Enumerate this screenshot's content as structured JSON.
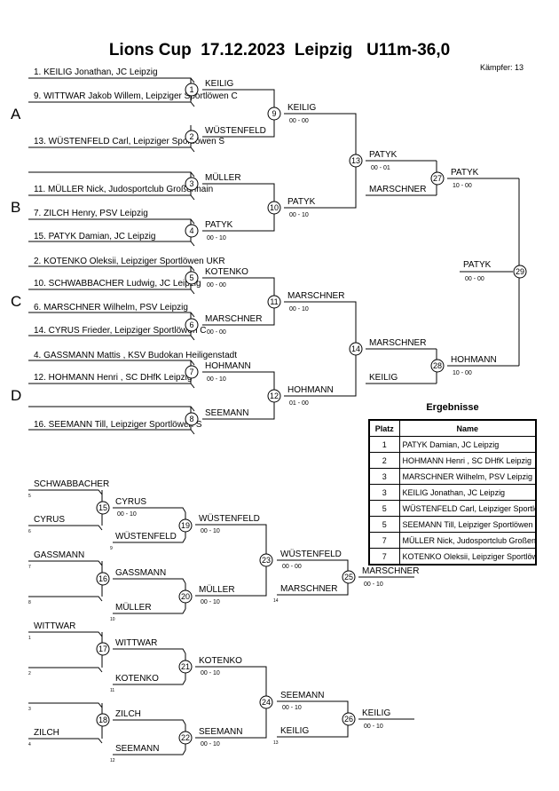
{
  "header": {
    "title": "Lions Cup  17.12.2023  Leipzig   U11m-36,0",
    "fighters_count": "Kämpfer: 13"
  },
  "pools": [
    "A",
    "B",
    "C",
    "D"
  ],
  "entries": [
    "1. KEILIG Jonathan, JC Leipzig",
    "9. WITTWAR Jakob Willem, Leipziger Sportlöwen C",
    "13. WÜSTENFELD  Carl, Leipziger Sportlöwen S",
    "11. MÜLLER Nick, Judosportclub Großenhain",
    "7. ZILCH Henry, PSV Leipzig",
    "15. PATYK Damian, JC Leipzig",
    "2. KOTENKO Oleksii, Leipziger Sportlöwen UKR",
    "10. SCHWABBACHER Ludwig, JC Leipzig",
    "6. MARSCHNER Wilhelm, PSV Leipzig",
    "14. CYRUS Frieder, Leipziger Sportlöwen C",
    "4. GASSMANN Mattis , KSV Budokan Heiligenstadt",
    "12. HOHMANN Henri , SC DHfK Leipzig",
    "16. SEEMANN Till, Leipziger Sportlöwen S"
  ],
  "winners": [
    {
      "label": "KEILIG",
      "score": ""
    },
    {
      "label": "WÜSTENFELD",
      "score": ""
    },
    {
      "label": "MÜLLER",
      "score": ""
    },
    {
      "label": "PATYK",
      "score": "00 - 10"
    },
    {
      "label": "KOTENKO",
      "score": "00 - 00"
    },
    {
      "label": "MARSCHNER",
      "score": "00 - 00"
    },
    {
      "label": "HOHMANN",
      "score": "00 - 10"
    },
    {
      "label": "SEEMANN",
      "score": ""
    },
    {
      "label": "KEILIG",
      "score": "00 - 00"
    },
    {
      "label": "PATYK",
      "score": "00 - 10"
    },
    {
      "label": "MARSCHNER",
      "score": "00 - 10"
    },
    {
      "label": "HOHMANN",
      "score": "01 - 00"
    },
    {
      "label": "PATYK",
      "score": "00 - 01"
    },
    {
      "label": "MARSCHNER",
      "score": ""
    },
    {
      "label": "HOHMANN",
      "score": "00 - 00"
    },
    {
      "label": "KEILIG",
      "score": ""
    },
    {
      "label": "PATYK",
      "score": "10 - 00"
    },
    {
      "label": "HOHMANN",
      "score": "10 - 00"
    },
    {
      "label": "PATYK",
      "score": "00 - 00"
    }
  ],
  "node_numbers": [
    "1",
    "2",
    "3",
    "4",
    "5",
    "6",
    "7",
    "8",
    "9",
    "10",
    "11",
    "12",
    "13",
    "14",
    "27",
    "28",
    "29",
    "15",
    "16",
    "17",
    "18",
    "19",
    "20",
    "21",
    "22",
    "23",
    "24",
    "25",
    "26"
  ],
  "repechage": [
    {
      "label": "SCHWABBACHER",
      "score": ""
    },
    {
      "label": "CYRUS",
      "score": ""
    },
    {
      "label": "GASSMANN",
      "score": ""
    },
    {
      "label": "",
      "score": ""
    },
    {
      "label": "WITTWAR",
      "score": ""
    },
    {
      "label": "",
      "score": ""
    },
    {
      "label": "",
      "score": ""
    },
    {
      "label": "ZILCH",
      "score": ""
    },
    {
      "label": "CYRUS",
      "score": "00 - 10"
    },
    {
      "label": "WÜSTENFELD",
      "score": ""
    },
    {
      "label": "GASSMANN",
      "score": ""
    },
    {
      "label": "MÜLLER",
      "score": ""
    },
    {
      "label": "WITTWAR",
      "score": ""
    },
    {
      "label": "KOTENKO",
      "score": ""
    },
    {
      "label": "ZILCH",
      "score": ""
    },
    {
      "label": "SEEMANN",
      "score": ""
    },
    {
      "label": "WÜSTENFELD",
      "score": "00 - 10"
    },
    {
      "label": "MÜLLER",
      "score": "00 - 10"
    },
    {
      "label": "KOTENKO",
      "score": "00 - 10"
    },
    {
      "label": "SEEMANN",
      "score": "00 - 10"
    },
    {
      "label": "WÜSTENFELD",
      "score": "00 - 00"
    },
    {
      "label": "MARSCHNER",
      "score": ""
    },
    {
      "label": "SEEMANN",
      "score": "00 - 10"
    },
    {
      "label": "KEILIG",
      "score": ""
    },
    {
      "label": "MARSCHNER",
      "score": "00 - 10"
    },
    {
      "label": "KEILIG",
      "score": "00 - 10"
    }
  ],
  "tiny_numbers": [
    "5",
    "6",
    "7",
    "8",
    "9",
    "10",
    "1",
    "2",
    "11",
    "3",
    "4",
    "12",
    "14",
    "13"
  ],
  "results": {
    "title": "Ergebnisse",
    "headers": [
      "Platz",
      "Name"
    ],
    "rows": [
      {
        "place": "1",
        "name": "PATYK Damian, JC Leipzig"
      },
      {
        "place": "2",
        "name": "HOHMANN Henri , SC DHfK Leipzig"
      },
      {
        "place": "3",
        "name": "MARSCHNER Wilhelm, PSV Leipzig"
      },
      {
        "place": "3",
        "name": "KEILIG Jonathan, JC Leipzig"
      },
      {
        "place": "5",
        "name": "WÜSTENFELD  Carl, Leipziger Sportlöwen S"
      },
      {
        "place": "5",
        "name": "SEEMANN Till, Leipziger Sportlöwen S"
      },
      {
        "place": "7",
        "name": "MÜLLER Nick, Judosportclub Großenhain"
      },
      {
        "place": "7",
        "name": "KOTENKO Oleksii, Leipziger Sportlöwen UKR"
      }
    ]
  }
}
